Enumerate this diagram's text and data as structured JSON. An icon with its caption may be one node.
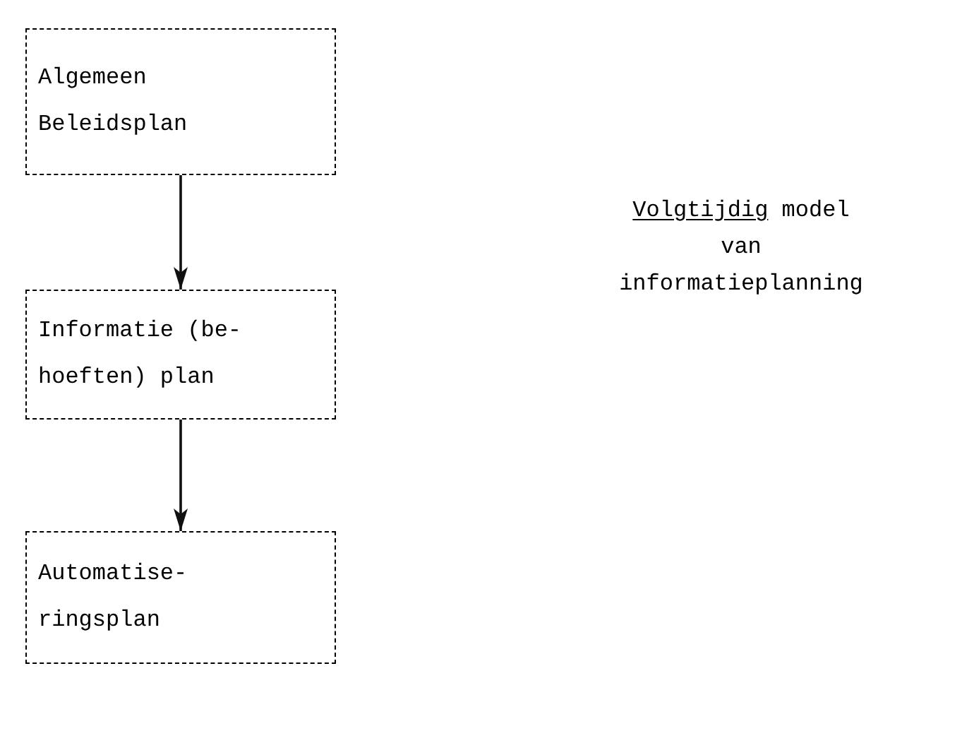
{
  "diagram": {
    "title": "Volgtijdig model van informatieplanning",
    "nodes": [
      {
        "text": [
          "Algemeen Beleidsplan"
        ]
      },
      {
        "text": [
          "Informatie (be- hoeften) plan"
        ]
      },
      {
        "text": [
          "Automatise- ringsplan"
        ]
      }
    ],
    "edges": [
      {
        "from": 0,
        "to": 1,
        "arrow": "to"
      },
      {
        "from": 1,
        "to": 2,
        "arrow": "to"
      }
    ]
  }
}
